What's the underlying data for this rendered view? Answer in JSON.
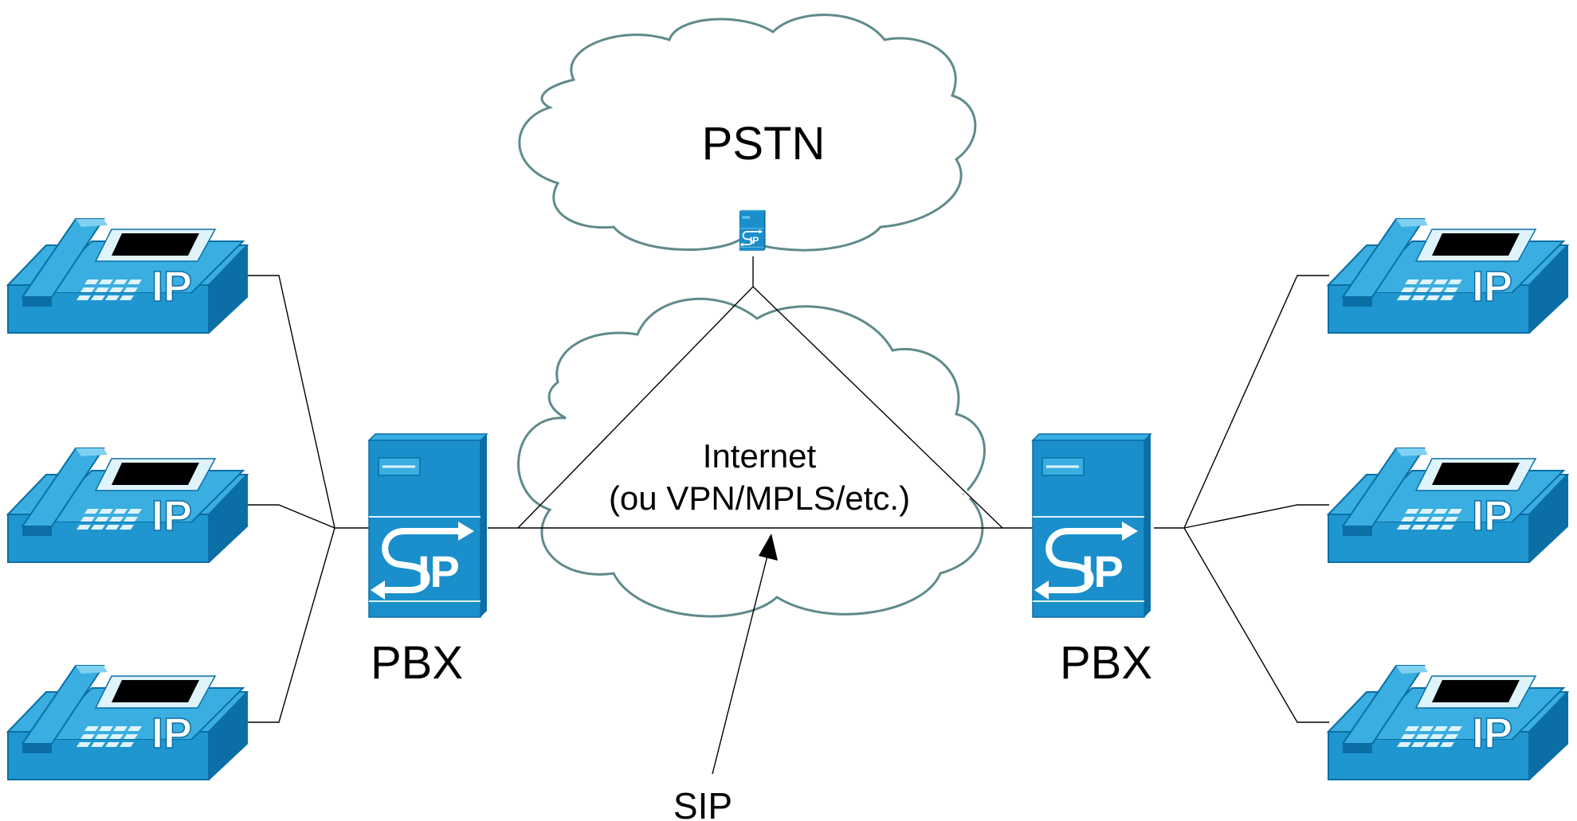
{
  "labels": {
    "pstn": "PSTN",
    "internet_line1": "Internet",
    "internet_line2": "(ou VPN/MPLS/etc.)",
    "pbx_left": "PBX",
    "pbx_right": "PBX",
    "sip": "SIP"
  },
  "device_text": {
    "phone_badge": "IP",
    "server_badge": "IP"
  },
  "colors": {
    "device_light": "#3aaee0",
    "device_mid": "#1f96d0",
    "device_dark": "#0b6fa5",
    "screen": "#000000",
    "cloud_outline": "#5f8a8b"
  },
  "icons": [
    "ip-phone-icon",
    "sip-server-icon",
    "cloud-icon",
    "arrow-icon"
  ]
}
